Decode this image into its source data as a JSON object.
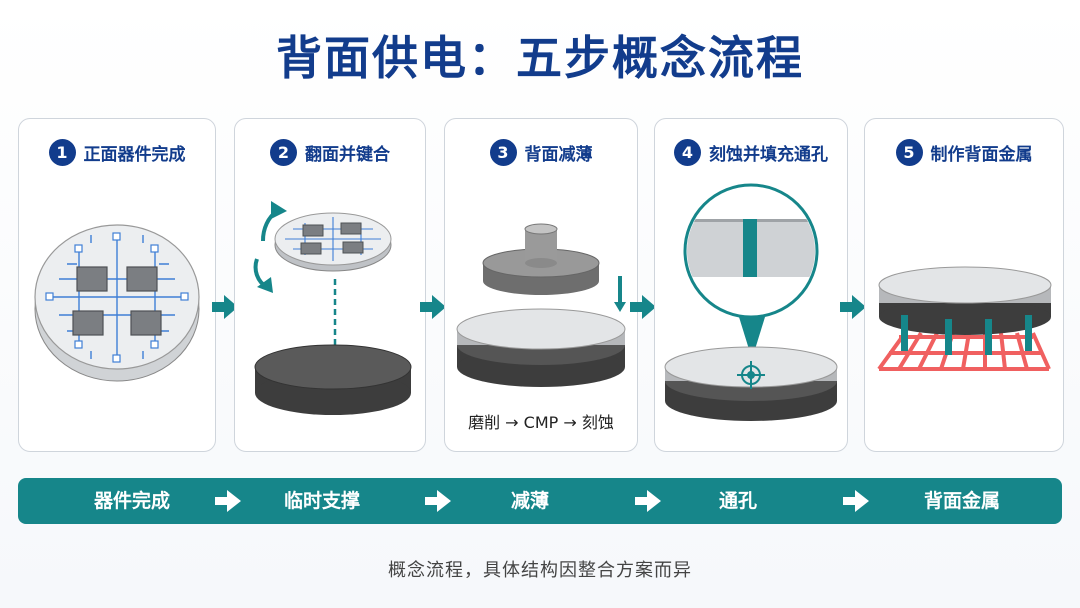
{
  "title": "背面供电：五步概念流程",
  "steps": [
    {
      "num": "1",
      "label": "正面器件完成"
    },
    {
      "num": "2",
      "label": "翻面并键合"
    },
    {
      "num": "3",
      "label": "背面减薄"
    },
    {
      "num": "4",
      "label": "刻蚀并填充通孔"
    },
    {
      "num": "5",
      "label": "制作背面金属"
    }
  ],
  "step3_note": "磨削 → CMP → 刻蚀",
  "flow_bar": [
    "器件完成",
    "临时支撑",
    "减薄",
    "通孔",
    "背面金属"
  ],
  "footer": "概念流程，具体结构因整合方案而异",
  "colors": {
    "title_blue": "#123c8c",
    "teal": "#16868a",
    "circuit_blue": "#3f7fd6",
    "red_grid": "#f06060",
    "dark_substrate": "#4a4a4a"
  },
  "icons": [
    "rotate-arrow-icon",
    "down-arrow-icon",
    "target-icon",
    "right-arrow-icon"
  ]
}
